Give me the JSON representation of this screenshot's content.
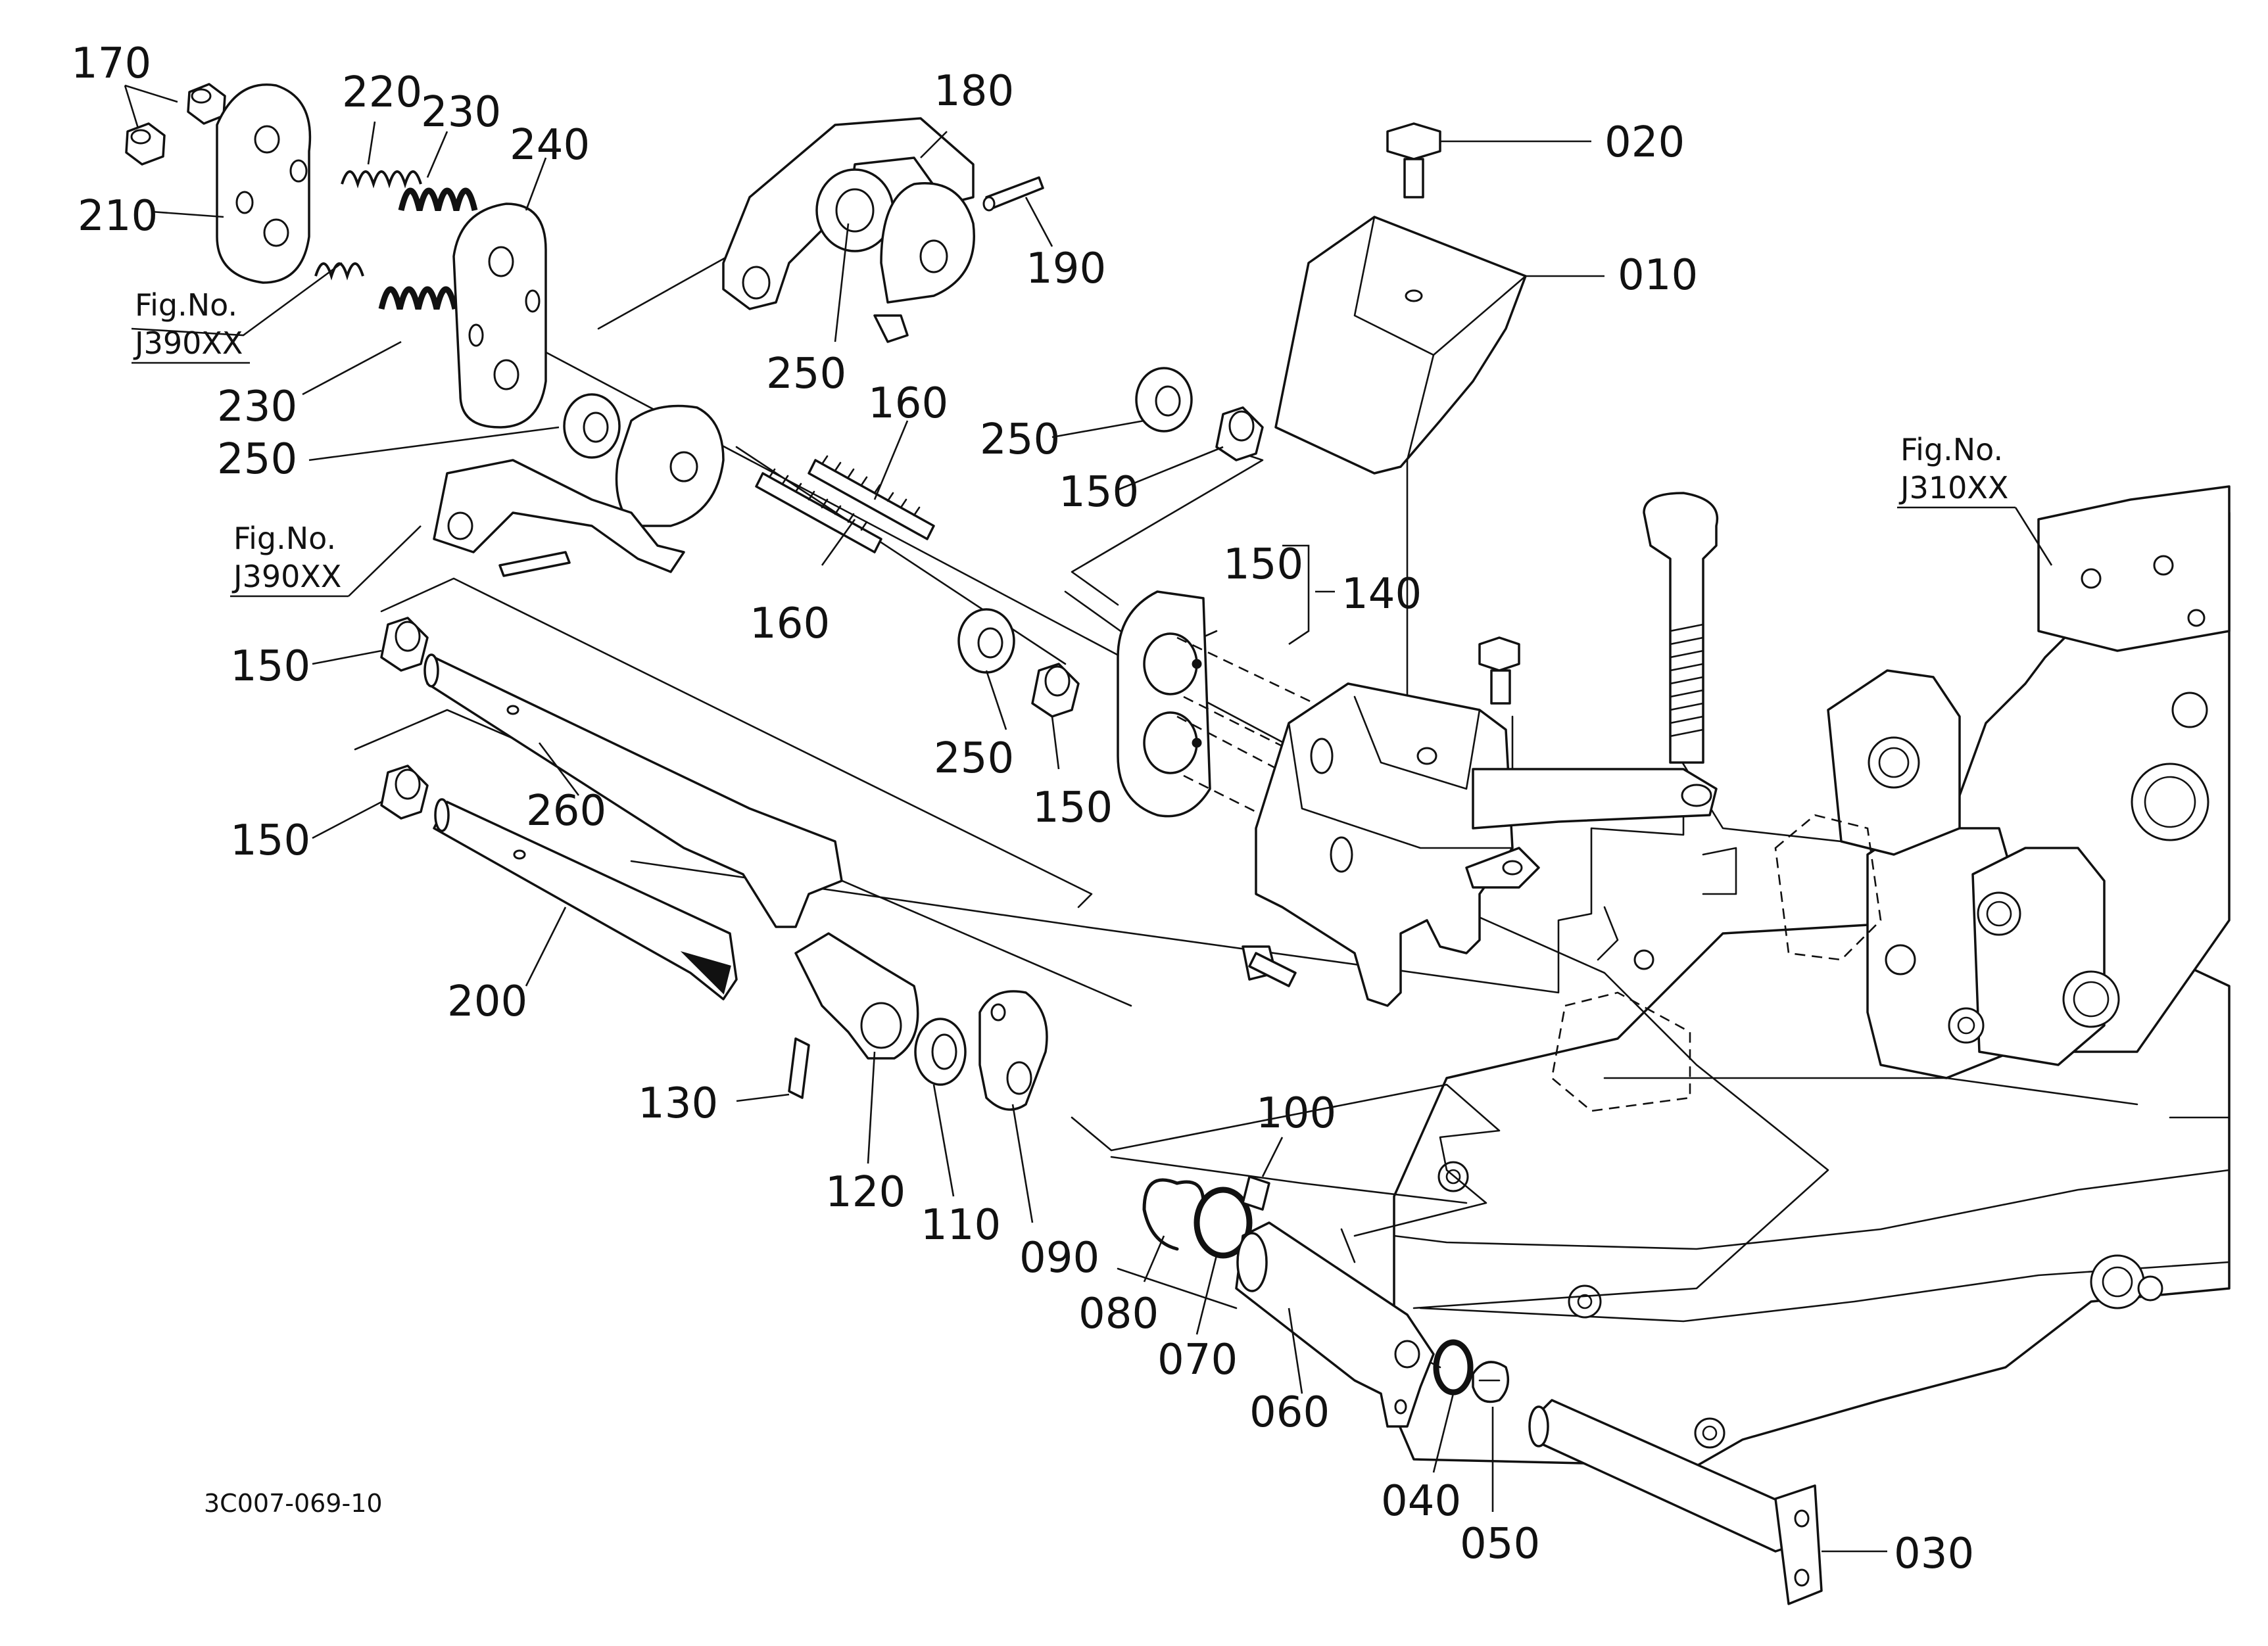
{
  "diagram_code": "3C007-069-10",
  "figure_refs": [
    {
      "label": "Fig.No.",
      "code": "J390XX"
    },
    {
      "label": "Fig.No.",
      "code": "J390XX"
    },
    {
      "label": "Fig.No.",
      "code": "J310XX"
    }
  ],
  "callouts": [
    "170",
    "220",
    "230",
    "240",
    "210",
    "230",
    "250",
    "180",
    "190",
    "020",
    "010",
    "250",
    "160",
    "250",
    "150",
    "160",
    "150",
    "140",
    "150",
    "150",
    "250",
    "150",
    "260",
    "150",
    "200",
    "130",
    "120",
    "110",
    "090",
    "100",
    "080",
    "070",
    "060",
    "040",
    "050",
    "030"
  ]
}
